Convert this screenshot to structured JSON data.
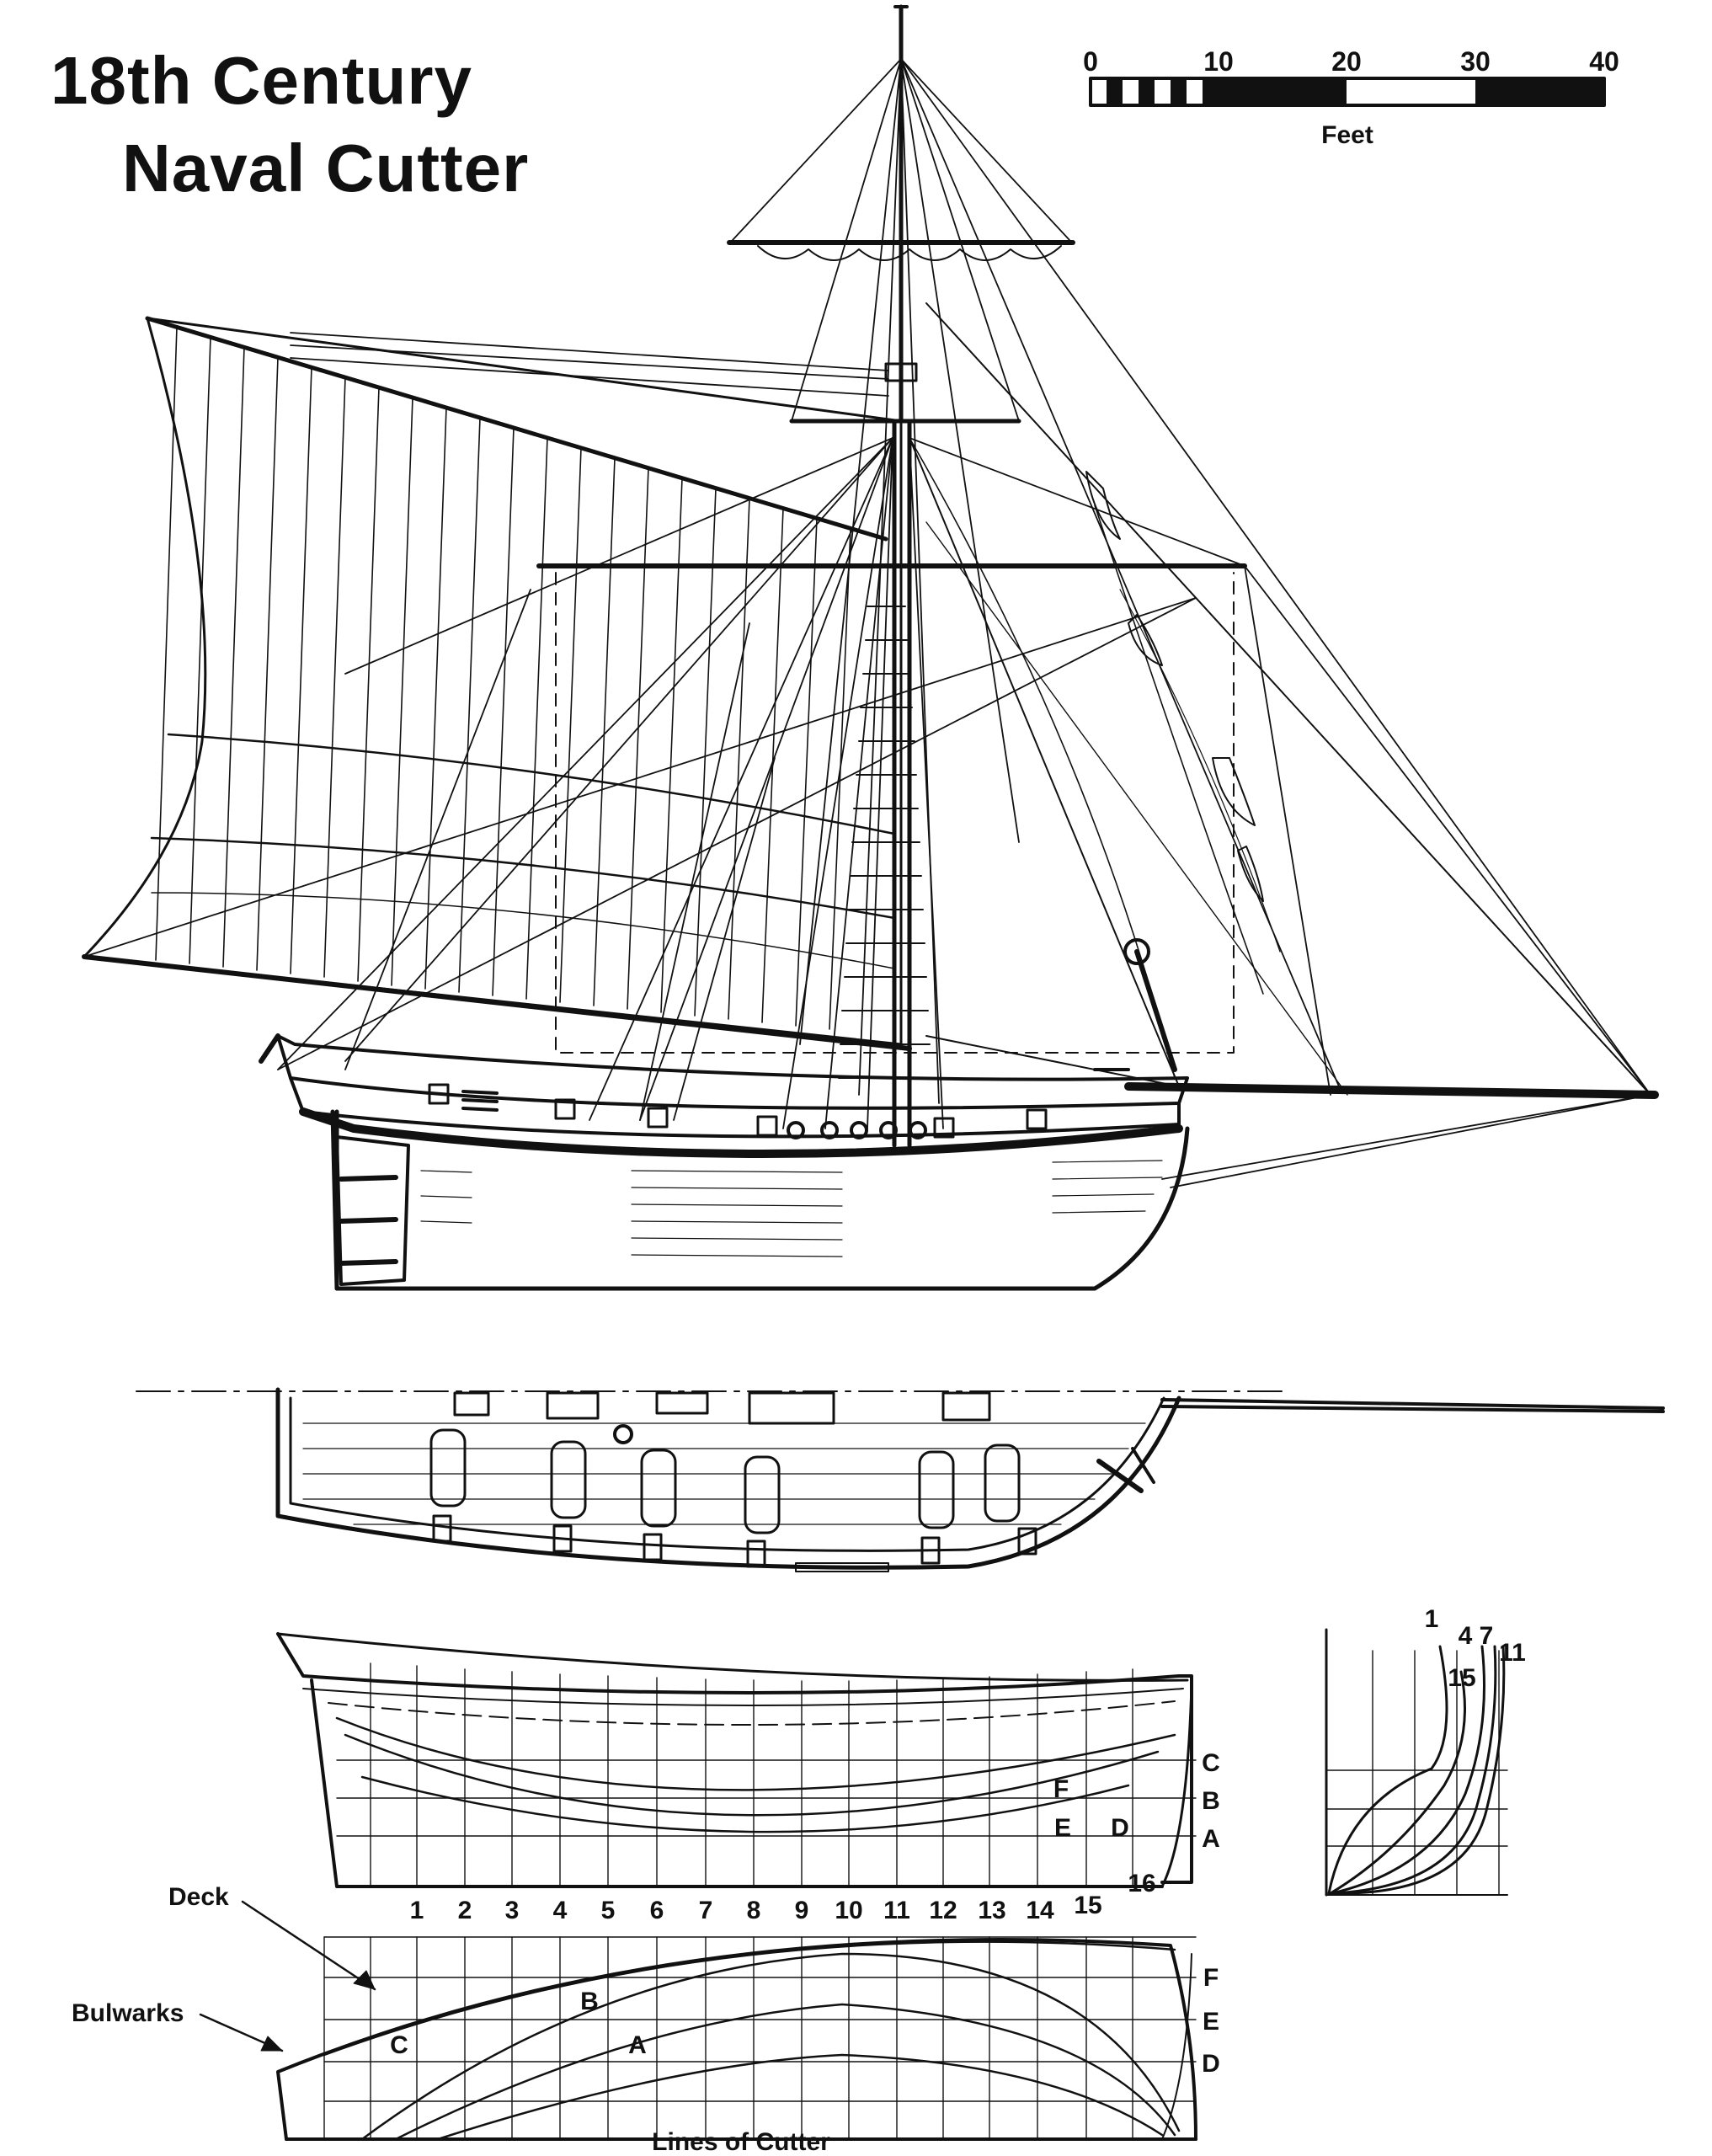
{
  "title": {
    "line1": "18th Century",
    "line2": "Naval Cutter"
  },
  "scale_bar": {
    "ticks": [
      "0",
      "10",
      "20",
      "30",
      "40"
    ],
    "unit": "Feet"
  },
  "lines_plan": {
    "caption": "Lines of Cutter",
    "station_numbers": [
      "1",
      "2",
      "3",
      "4",
      "5",
      "6",
      "7",
      "8",
      "9",
      "10",
      "11",
      "12",
      "13",
      "14",
      "15",
      "16"
    ],
    "waterline_labels": [
      "C",
      "B",
      "A"
    ],
    "buttock_labels": [
      "F",
      "E",
      "D"
    ],
    "half_breadth_waterline_labels": [
      "C",
      "B",
      "A"
    ],
    "half_breadth_buttock_labels": [
      "F",
      "E",
      "D"
    ],
    "callouts": {
      "deck": "Deck",
      "bulwarks": "Bulwarks"
    }
  },
  "body_plan": {
    "section_labels": [
      "1",
      "4",
      "7",
      "11",
      "15"
    ]
  }
}
